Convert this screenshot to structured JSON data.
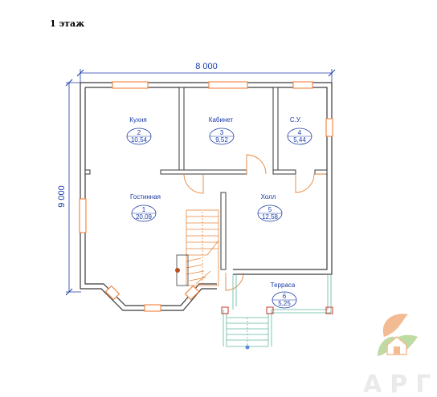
{
  "title": "1 этаж",
  "dimensions": {
    "width": "8 000",
    "height": "9 000"
  },
  "rooms": [
    {
      "id": "kitchen",
      "name": "Кухня",
      "number": "2",
      "area": "10,54"
    },
    {
      "id": "office",
      "name": "Кабинет",
      "number": "3",
      "area": "9,52"
    },
    {
      "id": "bathroom",
      "name": "С.У.",
      "number": "4",
      "area": "5,44"
    },
    {
      "id": "living",
      "name": "Гостинная",
      "number": "1",
      "area": "20,09"
    },
    {
      "id": "hall",
      "name": "Холл",
      "number": "5",
      "area": "12,58"
    },
    {
      "id": "terrace",
      "name": "Терраса",
      "number": "6",
      "area": "5,25"
    }
  ],
  "logo": {
    "text": "АРГО",
    "colors": {
      "leaf_orange": "#e8853a",
      "leaf_green": "#8cbf5a",
      "house": "#e8853a"
    }
  },
  "colors": {
    "wall": "#3a3a3a",
    "window": "#f28a4a",
    "annotation": "#1a3aa8",
    "door": "#e8853a",
    "terrace": "#5fb8a0"
  }
}
